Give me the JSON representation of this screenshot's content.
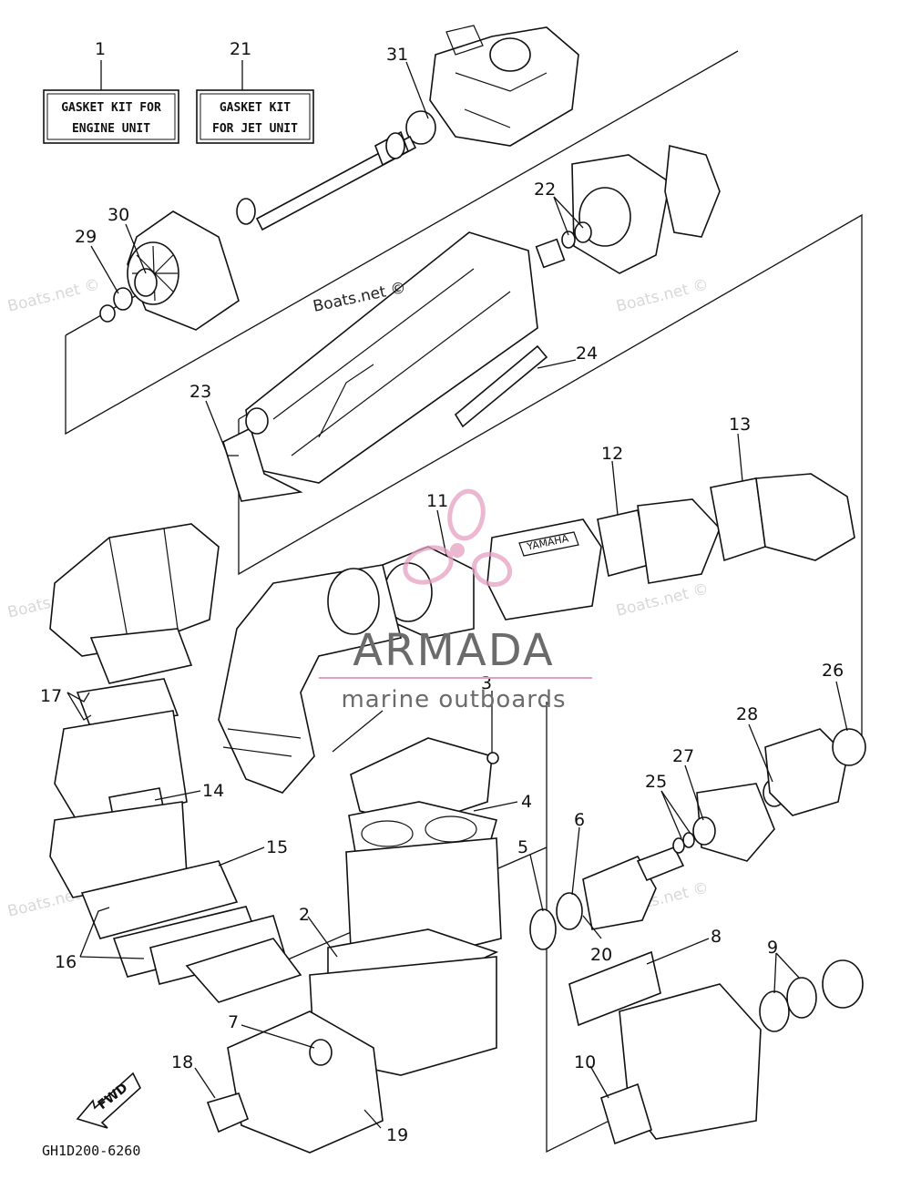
{
  "kit_boxes": [
    {
      "number": "1",
      "line1": "GASKET KIT FOR",
      "line2": "ENGINE UNIT"
    },
    {
      "number": "21",
      "line1": "GASKET KIT",
      "line2": "FOR JET UNIT"
    }
  ],
  "part_labels": [
    "2",
    "3",
    "4",
    "5",
    "6",
    "7",
    "8",
    "9",
    "10",
    "11",
    "12",
    "13",
    "14",
    "15",
    "16",
    "17",
    "18",
    "19",
    "20",
    "22",
    "23",
    "24",
    "25",
    "26",
    "27",
    "28",
    "29",
    "30",
    "31"
  ],
  "watermark": {
    "copyright": "Boats.net ©",
    "tile": "Boats.net ©",
    "brand": "ARMADA",
    "brand_sub": "marine outboards"
  },
  "fwd_label": "FWD",
  "diagram_code": "GH1D200-6260",
  "stamp_text": "YAMAHA"
}
